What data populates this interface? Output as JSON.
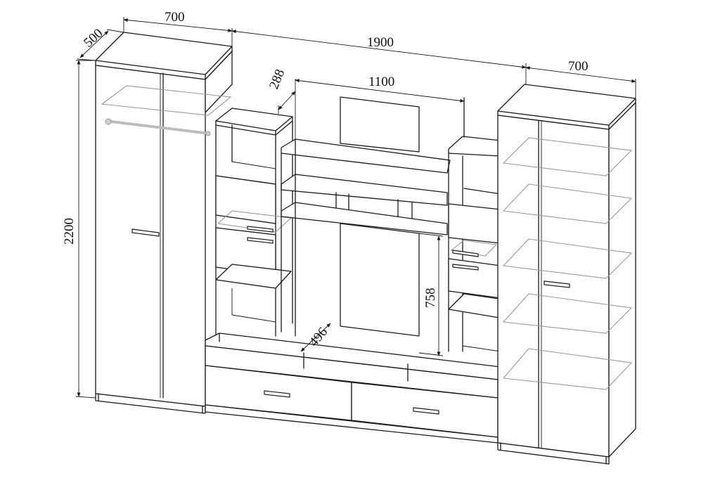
{
  "diagram": {
    "subject": "Wall unit with two wardrobes, shelf cabinets and TV niche",
    "colors": {
      "line": "#1a1a1a",
      "ghost_shelf": "#9a9a9a",
      "background": "#ffffff"
    },
    "dimensions": {
      "left_wardrobe_width": "700",
      "left_wardrobe_depth": "500",
      "overall_width": "1900",
      "right_wardrobe_width": "700",
      "upper_module_depth": "288",
      "tv_niche_width": "1100",
      "tv_niche_height": "758",
      "base_depth": "496",
      "overall_height": "2200"
    }
  }
}
